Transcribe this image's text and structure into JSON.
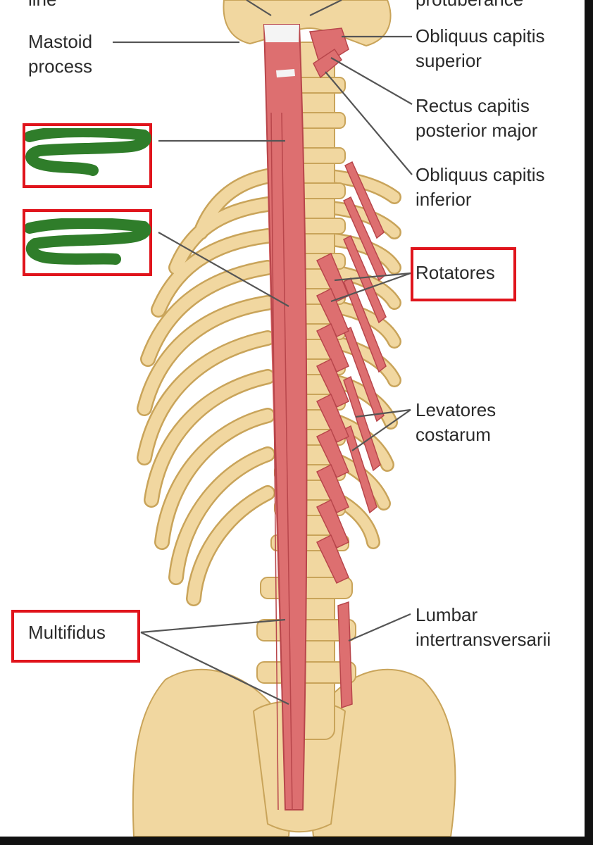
{
  "labels": {
    "top_left_cut": "line",
    "top_right_cut": "protuberance",
    "mastoid": [
      "Mastoid",
      "process"
    ],
    "obliquus_superior": [
      "Obliquus capitis",
      "superior"
    ],
    "rectus_major": [
      "Rectus capitis",
      "posterior major"
    ],
    "obliquus_inferior": [
      "Obliquus capitis",
      "inferior"
    ],
    "rotatores": "Rotatores",
    "levatores": [
      "Levatores",
      "costarum"
    ],
    "multifidus": "Multifidus",
    "lumbar": [
      "Lumbar",
      "intertransversarii"
    ]
  },
  "colors": {
    "bone": "#f1d7a0",
    "bone_outline": "#c9a45a",
    "muscle": "#dd6f70",
    "muscle_dark": "#b8464b",
    "tendon": "#f4f4f4",
    "highlight_box": "#e0141c",
    "scribble": "#2f7d2a",
    "leader_line": "#555555"
  }
}
